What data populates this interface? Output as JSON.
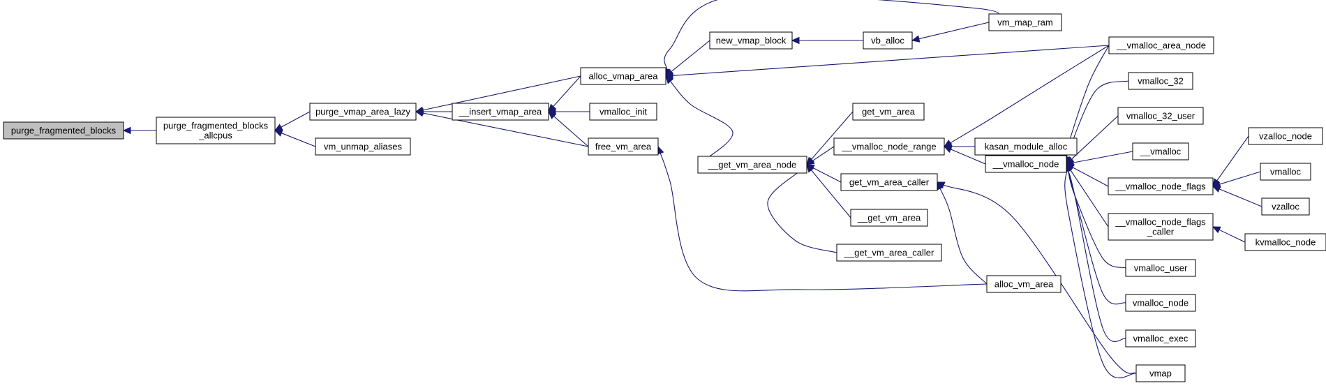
{
  "colors": {
    "edge": "#191970",
    "root_fill": "#bfbfbf",
    "node_fill": "#ffffff",
    "node_border": "#000000"
  },
  "nodes": [
    {
      "id": "purge_fragmented_blocks",
      "lines": [
        "purge_fragmented_blocks"
      ],
      "root": true
    },
    {
      "id": "purge_fragmented_blocks_allcpus",
      "lines": [
        "purge_fragmented_blocks",
        "_allcpus"
      ]
    },
    {
      "id": "purge_vmap_area_lazy",
      "lines": [
        "purge_vmap_area_lazy"
      ]
    },
    {
      "id": "vm_unmap_aliases",
      "lines": [
        "vm_unmap_aliases"
      ]
    },
    {
      "id": "alloc_vmap_area",
      "lines": [
        "alloc_vmap_area"
      ]
    },
    {
      "id": "__insert_vmap_area",
      "lines": [
        "__insert_vmap_area"
      ]
    },
    {
      "id": "vmalloc_init",
      "lines": [
        "vmalloc_init"
      ]
    },
    {
      "id": "free_vm_area",
      "lines": [
        "free_vm_area"
      ]
    },
    {
      "id": "new_vmap_block",
      "lines": [
        "new_vmap_block"
      ]
    },
    {
      "id": "vb_alloc",
      "lines": [
        "vb_alloc"
      ]
    },
    {
      "id": "vm_map_ram",
      "lines": [
        "vm_map_ram"
      ]
    },
    {
      "id": "__vmalloc_area_node",
      "lines": [
        "__vmalloc_area_node"
      ]
    },
    {
      "id": "__get_vm_area_node",
      "lines": [
        "__get_vm_area_node"
      ]
    },
    {
      "id": "get_vm_area",
      "lines": [
        "get_vm_area"
      ]
    },
    {
      "id": "__vmalloc_node_range",
      "lines": [
        "__vmalloc_node_range"
      ]
    },
    {
      "id": "get_vm_area_caller",
      "lines": [
        "get_vm_area_caller"
      ]
    },
    {
      "id": "__get_vm_area",
      "lines": [
        "__get_vm_area"
      ]
    },
    {
      "id": "__get_vm_area_caller",
      "lines": [
        "__get_vm_area_caller"
      ]
    },
    {
      "id": "kasan_module_alloc",
      "lines": [
        "kasan_module_alloc"
      ]
    },
    {
      "id": "__vmalloc_node",
      "lines": [
        "__vmalloc_node"
      ]
    },
    {
      "id": "alloc_vm_area",
      "lines": [
        "alloc_vm_area"
      ]
    },
    {
      "id": "vmalloc_32",
      "lines": [
        "vmalloc_32"
      ]
    },
    {
      "id": "vmalloc_32_user",
      "lines": [
        "vmalloc_32_user"
      ]
    },
    {
      "id": "__vmalloc",
      "lines": [
        "__vmalloc"
      ]
    },
    {
      "id": "__vmalloc_node_flags",
      "lines": [
        "__vmalloc_node_flags"
      ]
    },
    {
      "id": "__vmalloc_node_flags_caller",
      "lines": [
        "__vmalloc_node_flags",
        "_caller"
      ]
    },
    {
      "id": "vmalloc_user",
      "lines": [
        "vmalloc_user"
      ]
    },
    {
      "id": "vmalloc_node",
      "lines": [
        "vmalloc_node"
      ]
    },
    {
      "id": "vmalloc_exec",
      "lines": [
        "vmalloc_exec"
      ]
    },
    {
      "id": "vmap",
      "lines": [
        "vmap"
      ]
    },
    {
      "id": "vzalloc_node",
      "lines": [
        "vzalloc_node"
      ]
    },
    {
      "id": "vmalloc",
      "lines": [
        "vmalloc"
      ]
    },
    {
      "id": "vzalloc",
      "lines": [
        "vzalloc"
      ]
    },
    {
      "id": "kvmalloc_node",
      "lines": [
        "kvmalloc_node"
      ]
    }
  ],
  "edges": [
    {
      "from": "purge_fragmented_blocks_allcpus",
      "to": "purge_fragmented_blocks"
    },
    {
      "from": "purge_vmap_area_lazy",
      "to": "purge_fragmented_blocks_allcpus"
    },
    {
      "from": "vm_unmap_aliases",
      "to": "purge_fragmented_blocks_allcpus"
    },
    {
      "from": "alloc_vmap_area",
      "to": "purge_vmap_area_lazy"
    },
    {
      "from": "__insert_vmap_area",
      "to": "purge_vmap_area_lazy"
    },
    {
      "from": "free_vm_area",
      "to": "purge_vmap_area_lazy"
    },
    {
      "from": "alloc_vmap_area",
      "to": "__insert_vmap_area"
    },
    {
      "from": "vmalloc_init",
      "to": "__insert_vmap_area"
    },
    {
      "from": "free_vm_area",
      "to": "__insert_vmap_area"
    },
    {
      "from": "vm_map_ram",
      "to": "alloc_vmap_area"
    },
    {
      "from": "new_vmap_block",
      "to": "alloc_vmap_area"
    },
    {
      "from": "__vmalloc_area_node",
      "to": "alloc_vmap_area"
    },
    {
      "from": "__get_vm_area_node",
      "to": "alloc_vmap_area"
    },
    {
      "from": "vb_alloc",
      "to": "new_vmap_block"
    },
    {
      "from": "vm_map_ram",
      "to": "vb_alloc"
    },
    {
      "from": "alloc_vm_area",
      "to": "free_vm_area"
    },
    {
      "from": "get_vm_area",
      "to": "__get_vm_area_node"
    },
    {
      "from": "__vmalloc_node_range",
      "to": "__get_vm_area_node"
    },
    {
      "from": "get_vm_area_caller",
      "to": "__get_vm_area_node"
    },
    {
      "from": "__get_vm_area",
      "to": "__get_vm_area_node"
    },
    {
      "from": "__get_vm_area_caller",
      "to": "__get_vm_area_node"
    },
    {
      "from": "__vmalloc_area_node",
      "to": "__vmalloc_node_range"
    },
    {
      "from": "kasan_module_alloc",
      "to": "__vmalloc_node_range"
    },
    {
      "from": "__vmalloc_node",
      "to": "__vmalloc_node_range"
    },
    {
      "from": "alloc_vm_area",
      "to": "get_vm_area_caller"
    },
    {
      "from": "vmap",
      "to": "get_vm_area_caller"
    },
    {
      "from": "__vmalloc_area_node",
      "to": "__vmalloc_node"
    },
    {
      "from": "vmalloc_32",
      "to": "__vmalloc_node"
    },
    {
      "from": "vmalloc_32_user",
      "to": "__vmalloc_node"
    },
    {
      "from": "__vmalloc",
      "to": "__vmalloc_node"
    },
    {
      "from": "__vmalloc_node_flags",
      "to": "__vmalloc_node"
    },
    {
      "from": "__vmalloc_node_flags_caller",
      "to": "__vmalloc_node"
    },
    {
      "from": "vmalloc_user",
      "to": "__vmalloc_node"
    },
    {
      "from": "vmalloc_node",
      "to": "__vmalloc_node"
    },
    {
      "from": "vmalloc_exec",
      "to": "__vmalloc_node"
    },
    {
      "from": "vmap",
      "to": "__vmalloc_node"
    },
    {
      "from": "vzalloc_node",
      "to": "__vmalloc_node_flags"
    },
    {
      "from": "vmalloc",
      "to": "__vmalloc_node_flags"
    },
    {
      "from": "vzalloc",
      "to": "__vmalloc_node_flags"
    },
    {
      "from": "kvmalloc_node",
      "to": "__vmalloc_node_flags_caller"
    }
  ]
}
